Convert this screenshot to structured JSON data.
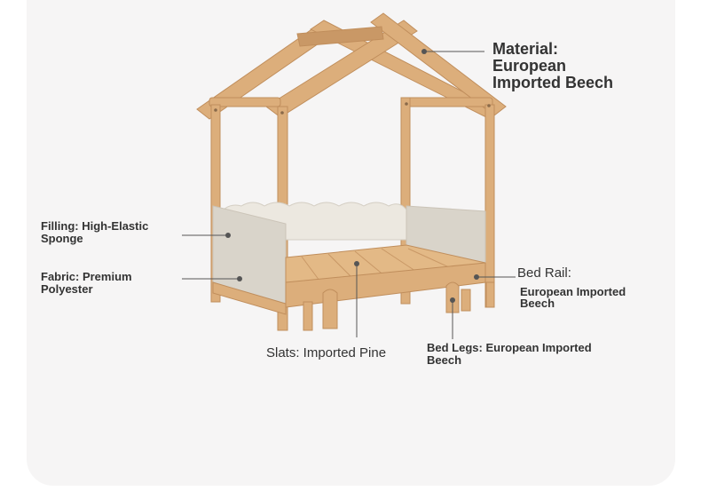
{
  "labels": {
    "material_title": "Material:",
    "material_line1": "European",
    "material_line2": "Imported Beech",
    "filling_line1": "Filling: High-Elastic",
    "filling_line2": "Sponge",
    "fabric_line1": "Fabric: Premium",
    "fabric_line2": "Polyester",
    "bed_rail_title": "Bed Rail:",
    "bed_rail_line1": "European Imported",
    "bed_rail_line2": "Beech",
    "slats": "Slats: Imported Pine",
    "legs_line1": "Bed Legs: European Imported",
    "legs_line2": "Beech"
  },
  "colors": {
    "background": "#f6f5f5",
    "wood": "#dcae7b",
    "wood_dark": "#c08e5c",
    "upholstery": "#e8e4dc",
    "upholstery_shade": "#d9d4ca",
    "text": "#333333",
    "leader_line": "#555555"
  }
}
